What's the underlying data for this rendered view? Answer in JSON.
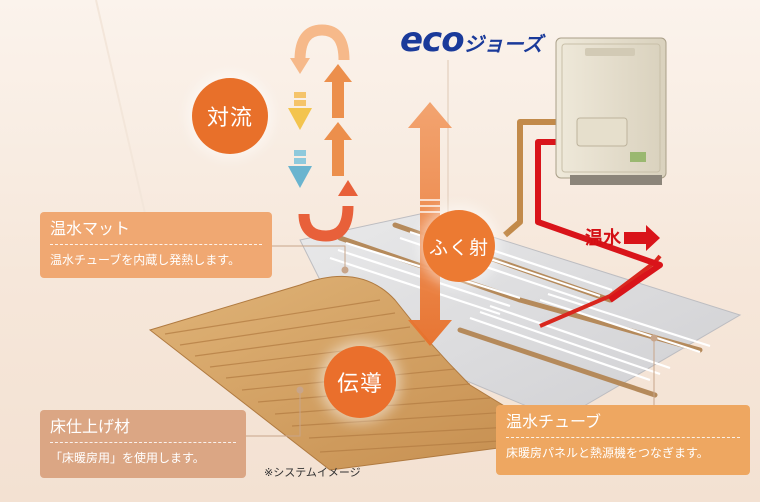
{
  "logo": {
    "eco": "eco",
    "jyo": "ジョーズ"
  },
  "labels": {
    "convection": "対流",
    "radiation": "ふく射",
    "conduction": "伝導",
    "hot_water": "温水"
  },
  "callouts": {
    "mat": {
      "title": "温水マット",
      "desc": "温水チューブを内蔵し発熱します。"
    },
    "floor": {
      "title": "床仕上げ材",
      "desc": "「床暖房用」を使用します。"
    },
    "tube": {
      "title": "温水チューブ",
      "desc": "床暖房パネルと熱源機をつなぎます。"
    }
  },
  "note": "※システムイメージ",
  "colors": {
    "orange_circle": "#e8702a",
    "callout_mat": "#f0a872",
    "callout_floor": "#dba684",
    "callout_tube": "#eea761",
    "pipe_hot": "#d9141a",
    "pipe_return": "#c28a4a",
    "tube_red": "#d9271e",
    "logo_blue": "#1a3a9a"
  }
}
